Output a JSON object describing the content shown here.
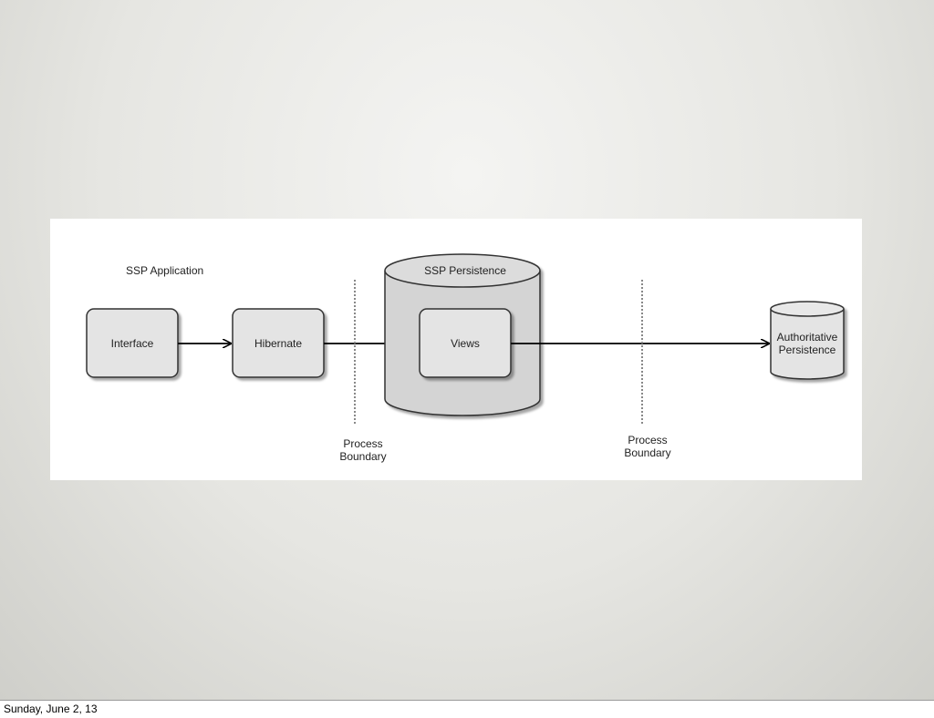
{
  "diagram": {
    "application_label": "SSP Application",
    "nodes": {
      "interface": "Interface",
      "hibernate": "Hibernate",
      "views": "Views",
      "ssp_persistence": "SSP Persistence",
      "authoritative_line1": "Authoritative",
      "authoritative_line2": "Persistence"
    },
    "boundaries": [
      {
        "line1": "Process",
        "line2": "Boundary"
      },
      {
        "line1": "Process",
        "line2": "Boundary"
      }
    ]
  },
  "footer": {
    "date": "Sunday, June 2, 13"
  }
}
